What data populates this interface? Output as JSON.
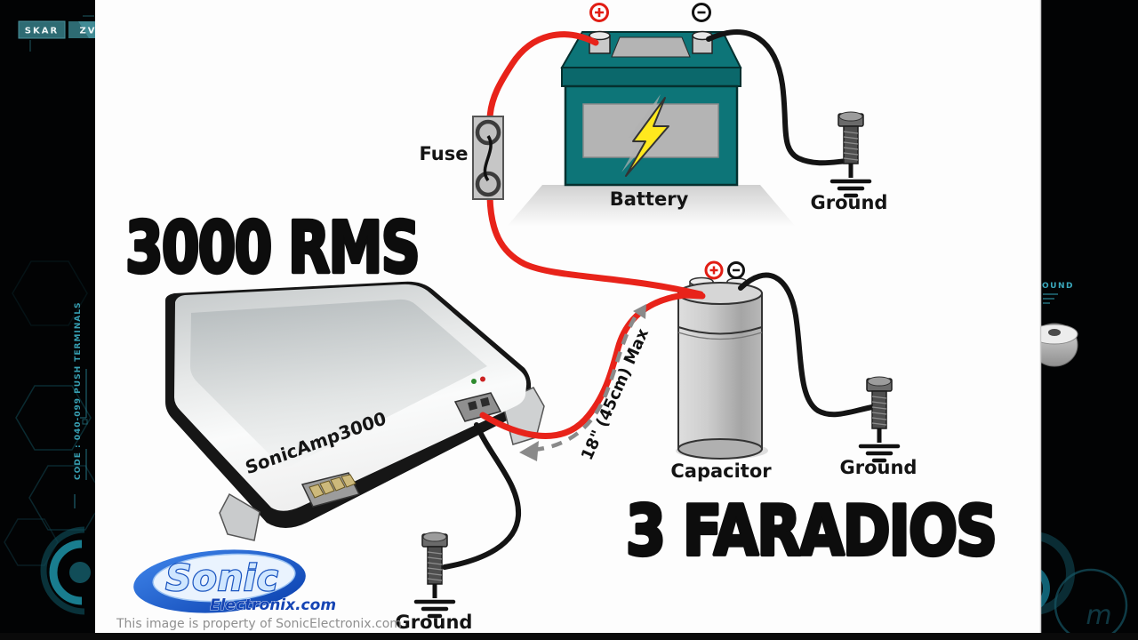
{
  "frame": {
    "tabs": [
      {
        "label": "SKAR"
      },
      {
        "label": "ZV"
      }
    ],
    "left_vertical_text": "CODE : 040-099 PUSH TERMINALS",
    "right_edge_text": "OUND",
    "watermark_letter": "m"
  },
  "diagram": {
    "headline_left": "3000 RMS",
    "headline_right": "3 FARADIOS",
    "battery": {
      "label": "Battery"
    },
    "fuse": {
      "label": "Fuse"
    },
    "capacitor": {
      "label": "Capacitor"
    },
    "amplifier": {
      "model": "SonicAmp3000"
    },
    "distance_note": "18\" (45cm) Max",
    "ground_labels": {
      "battery": "Ground",
      "capacitor": "Ground",
      "amplifier": "Ground"
    },
    "icons": {
      "battery_positive": "plus-in-red-circle",
      "battery_negative": "minus-in-black-circle",
      "capacitor_positive": "plus-in-red-circle",
      "capacitor_negative": "minus-in-black-circle",
      "ground_symbol": "earth-ground-bolt"
    }
  },
  "branding": {
    "logo_word": "Sonic",
    "logo_domain": "Electronix.com",
    "property_notice": "This image is property of SonicElectronix.com"
  },
  "colors": {
    "power_wire_red": "#e8231a",
    "ground_wire_black": "#141414",
    "battery_teal": "#0d7578",
    "lightning_yellow": "#ffe81e",
    "logo_blue": "#1d5bc6",
    "frame_accent_teal": "#3aa8bc"
  }
}
